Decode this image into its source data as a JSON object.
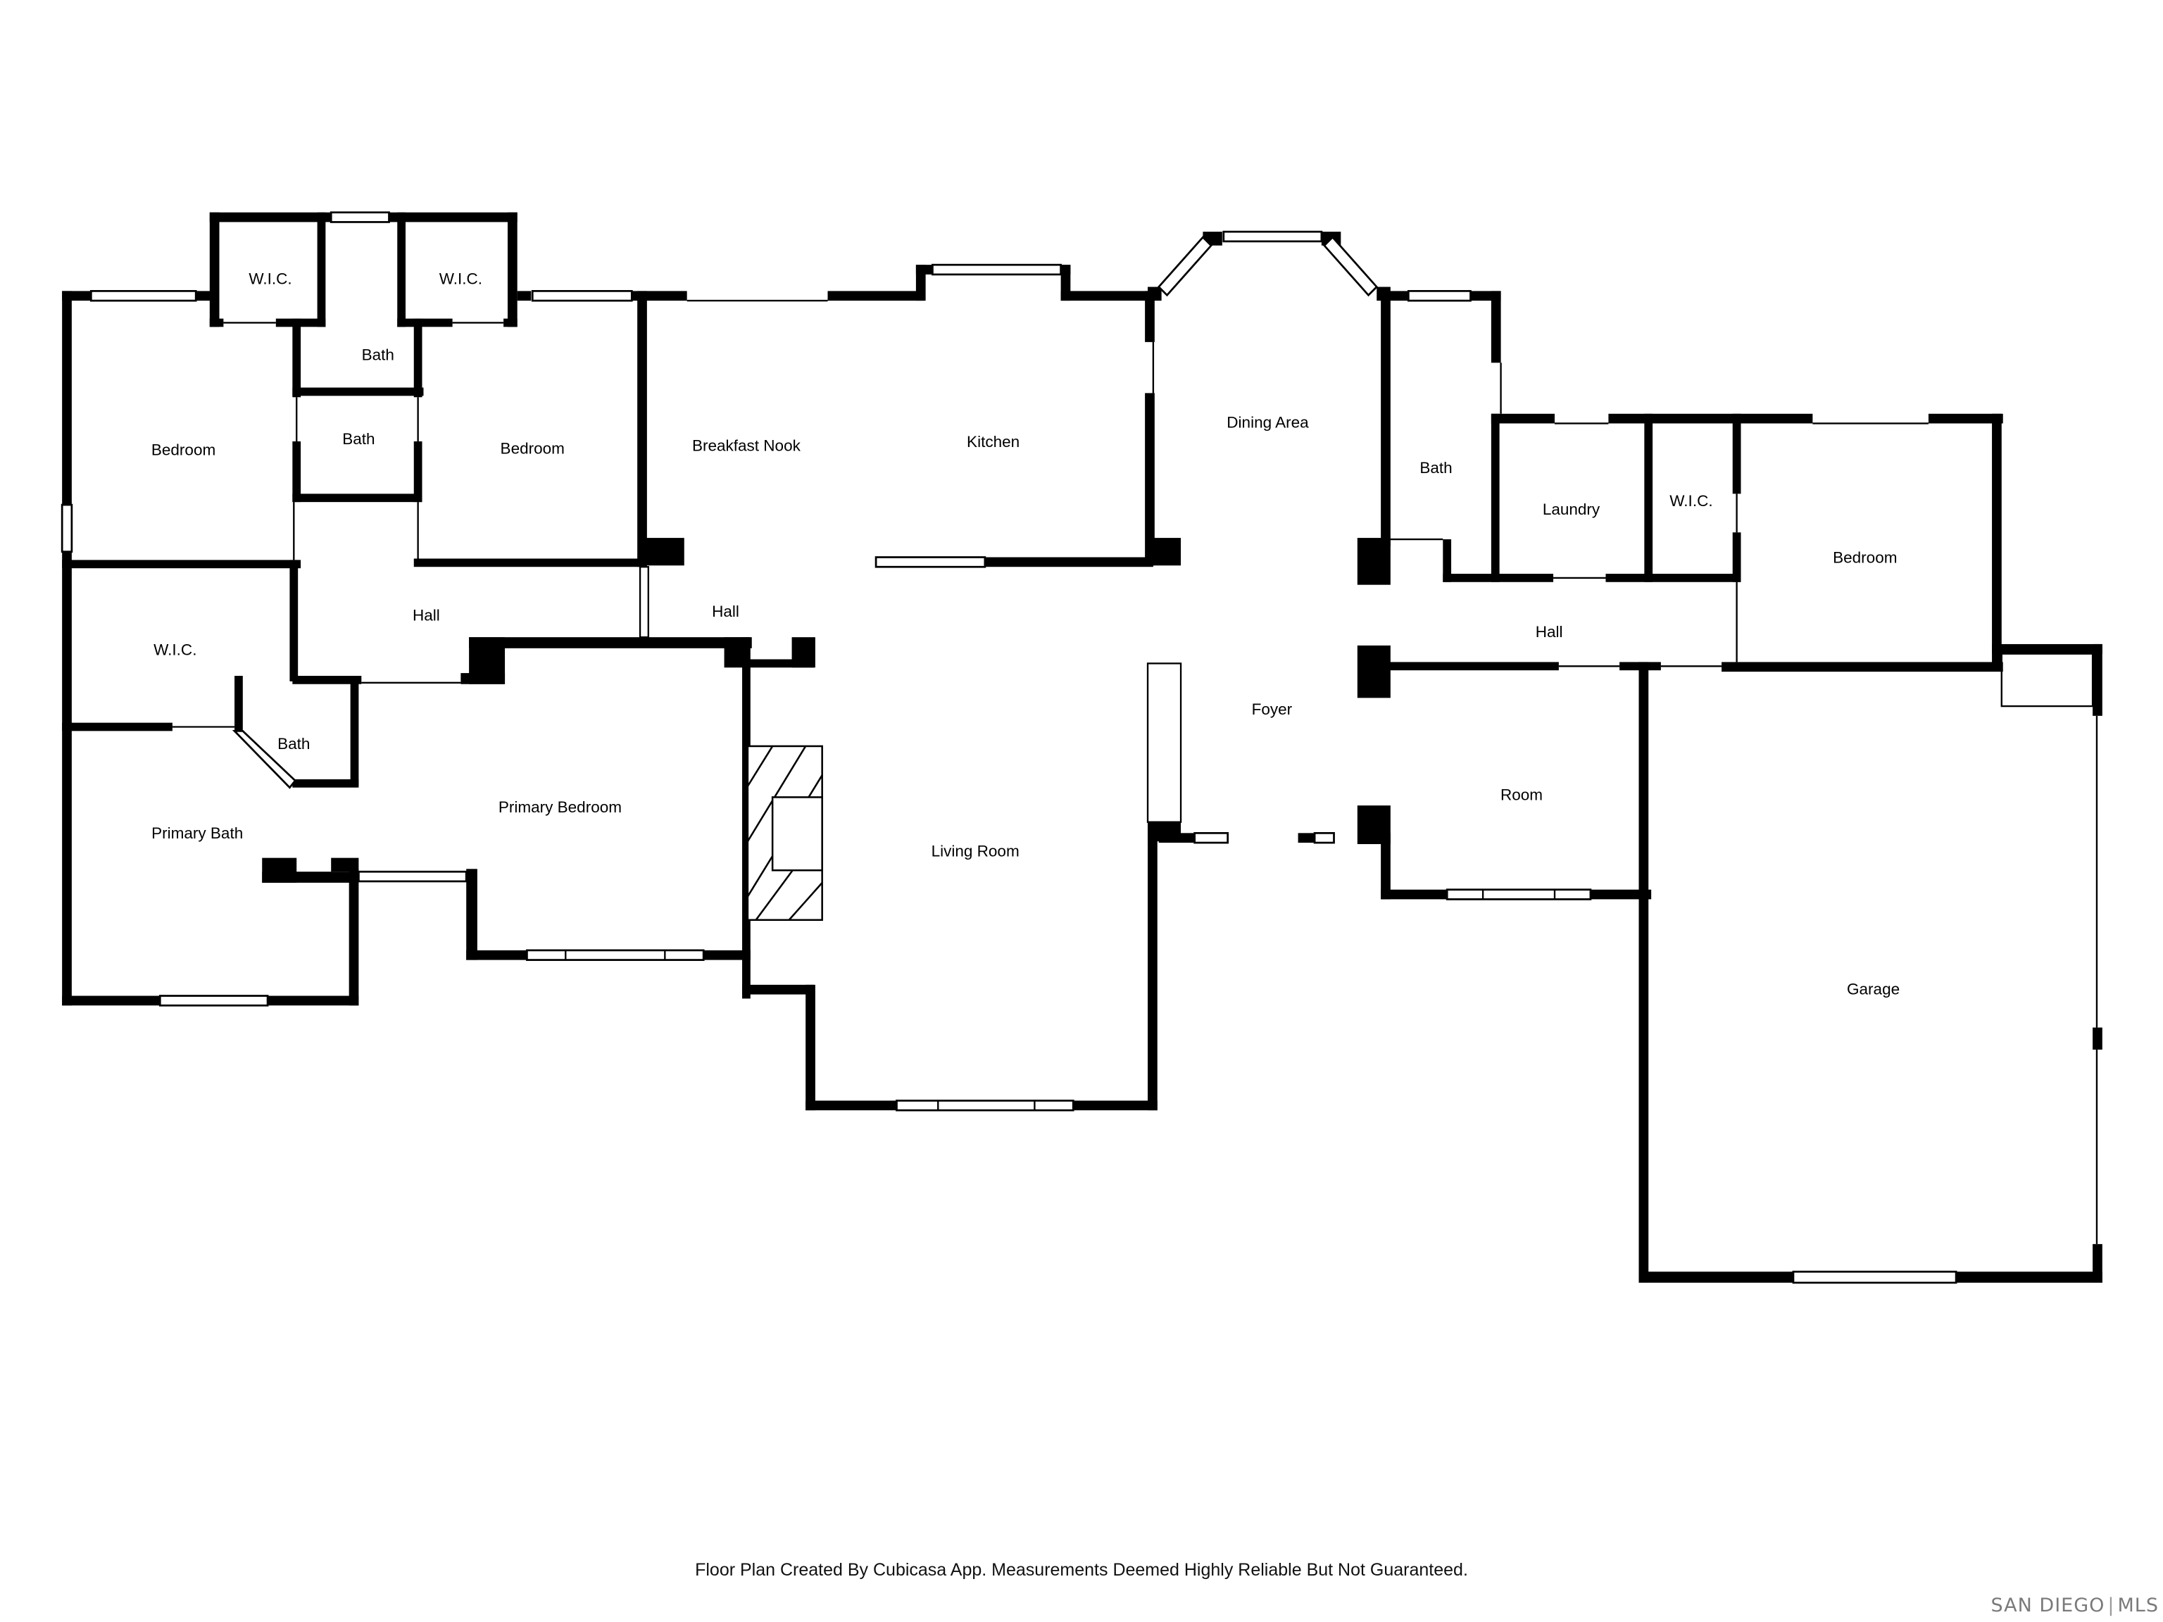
{
  "rooms": {
    "wic_1": "W.I.C.",
    "wic_2": "W.I.C.",
    "bath_top": "Bath",
    "bath_mid": "Bath",
    "bedroom_left": "Bedroom",
    "bedroom_mid": "Bedroom",
    "hall_left": "Hall",
    "wic_left": "W.I.C.",
    "bath_small": "Bath",
    "primary_bath": "Primary Bath",
    "primary_bedroom": "Primary Bedroom",
    "breakfast_nook": "Breakfast Nook",
    "kitchen": "Kitchen",
    "hall_center": "Hall",
    "living_room": "Living Room",
    "dining_area": "Dining Area",
    "foyer": "Foyer",
    "bath_right": "Bath",
    "laundry": "Laundry",
    "wic_right": "W.I.C.",
    "bedroom_right": "Bedroom",
    "hall_right": "Hall",
    "room": "Room",
    "garage": "Garage"
  },
  "footer": {
    "disclaimer": "Floor Plan Created By Cubicasa App. Measurements Deemed Highly Reliable But Not Guaranteed.",
    "brand_left": "SAN DIEGO",
    "brand_right": "MLS"
  }
}
